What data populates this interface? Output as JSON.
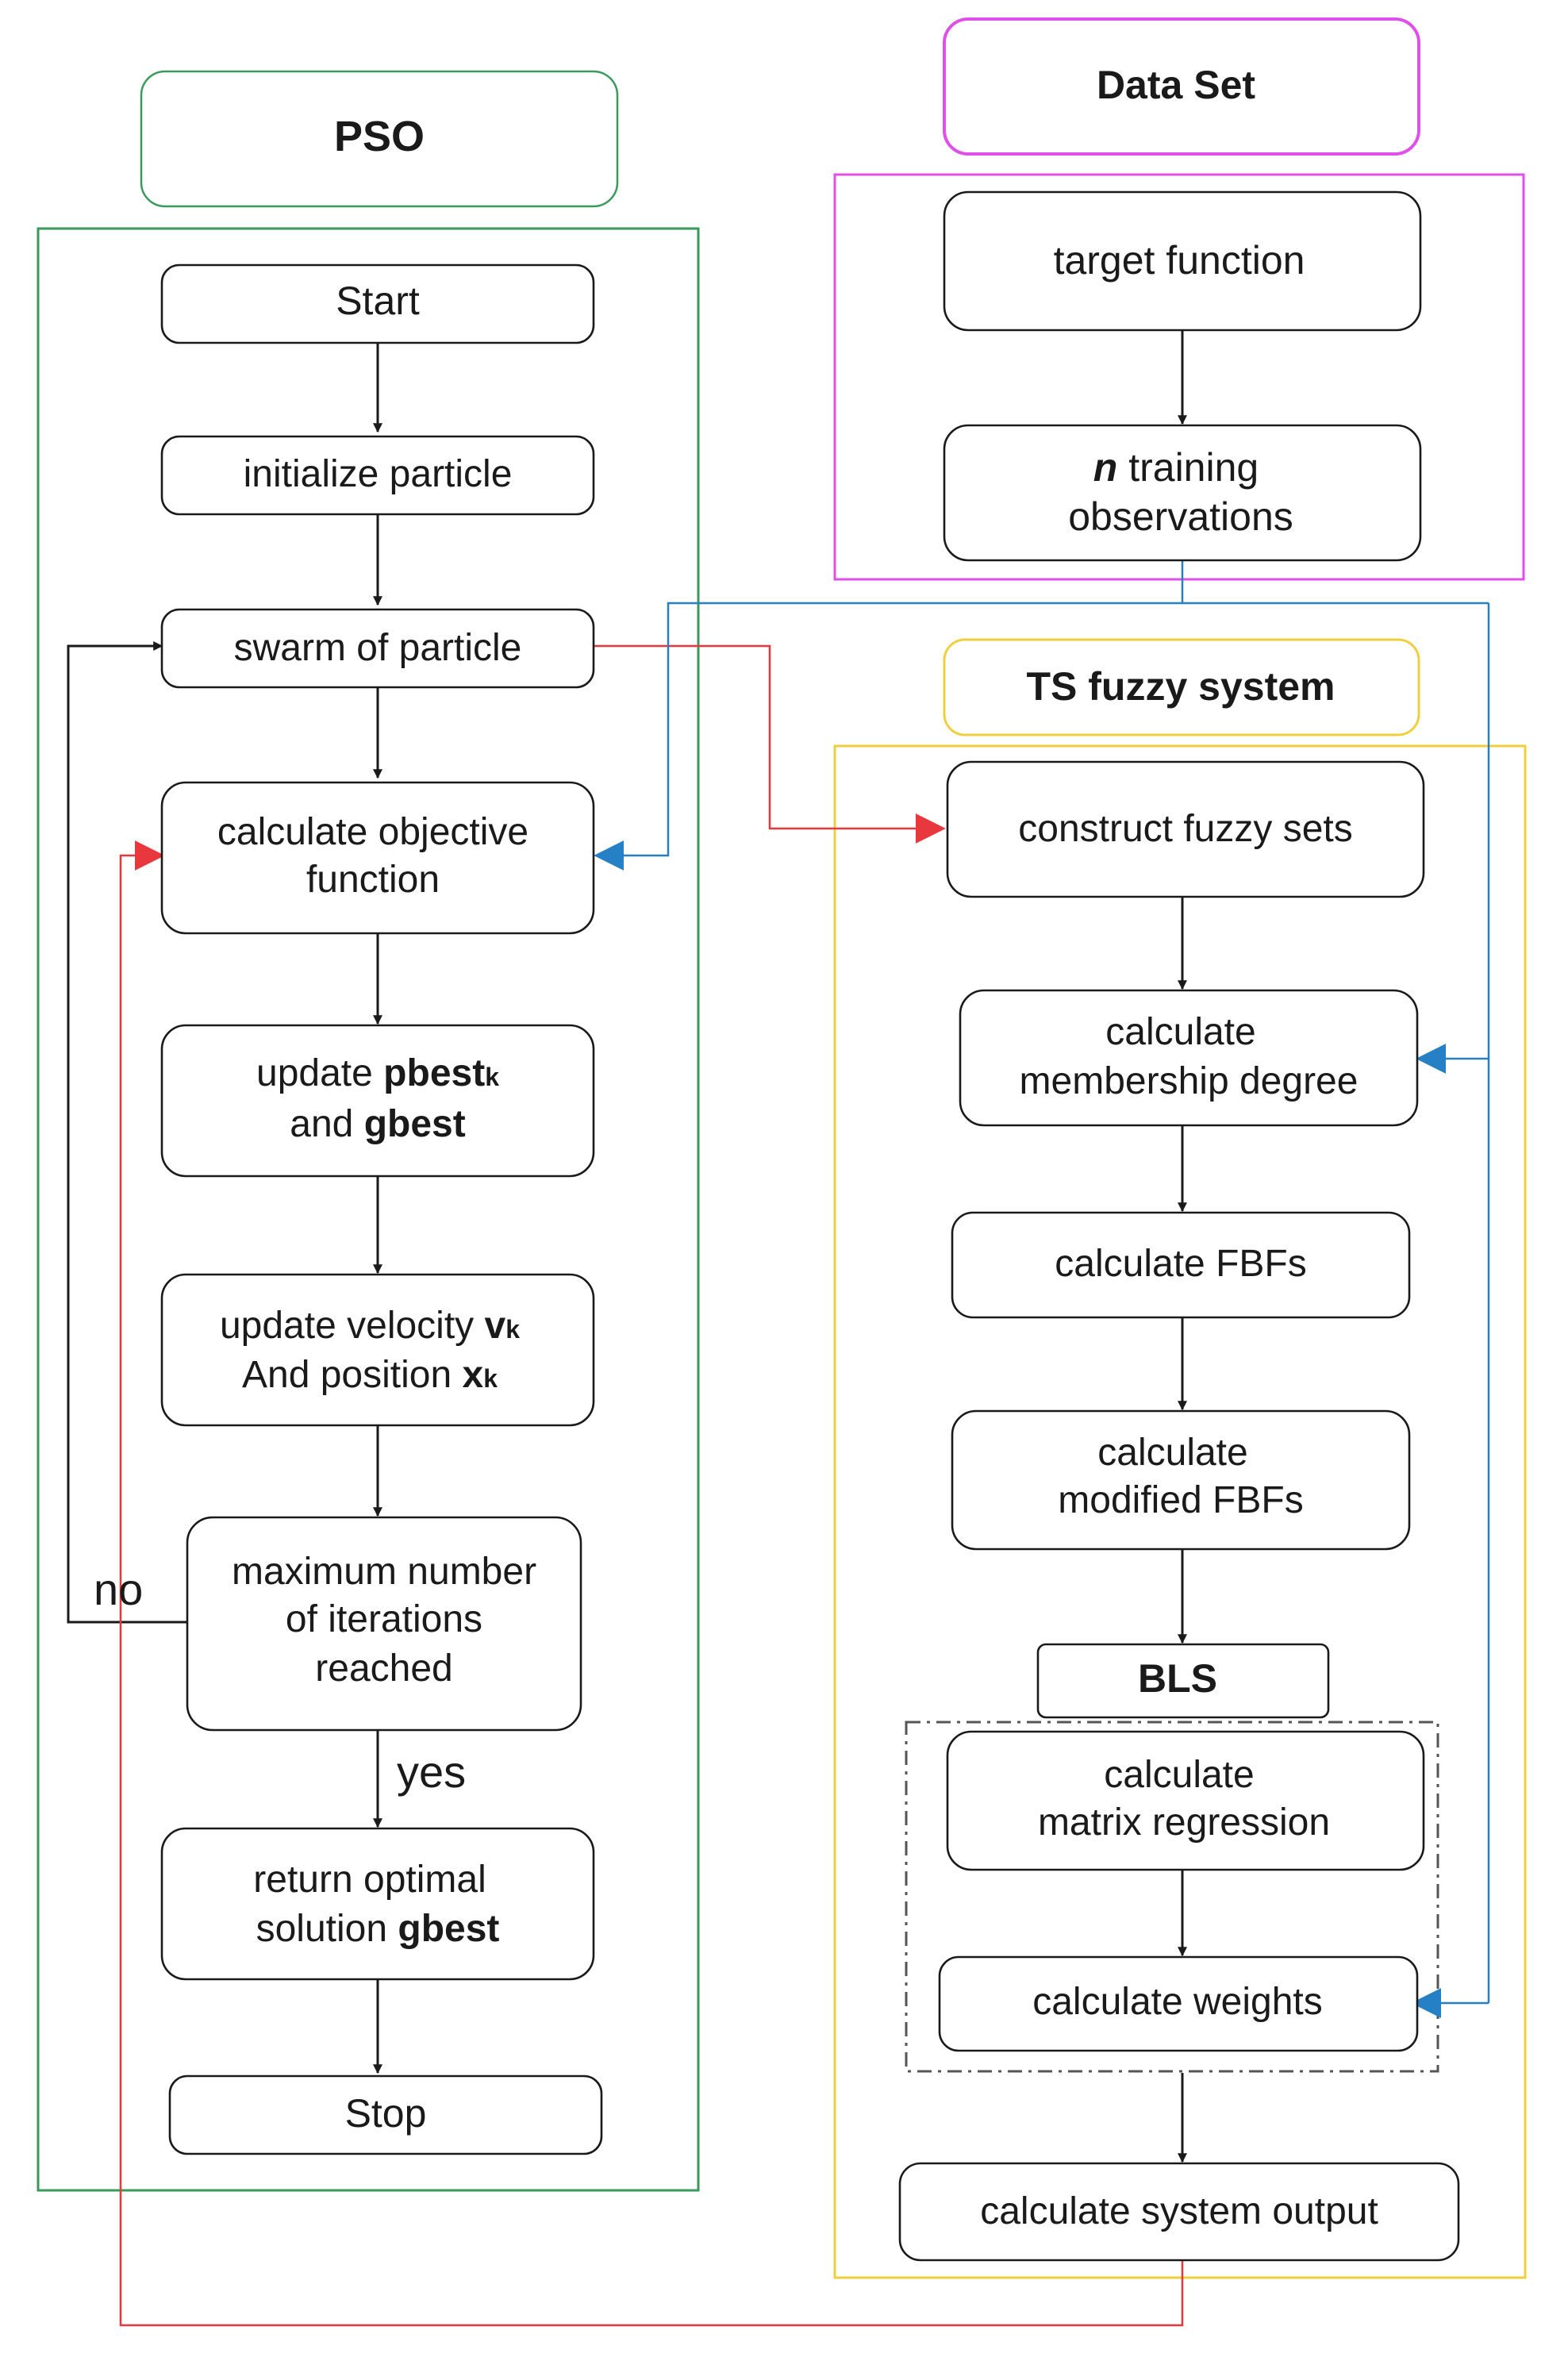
{
  "colors": {
    "pso": "#3a9a5c",
    "dataset": "#e04fe8",
    "ts_fuzzy": "#f1cf3c",
    "red_flow": "#e8383d",
    "blue_flow": "#2680c6",
    "box_stroke": "#1a1a1a"
  },
  "pso": {
    "title": "PSO",
    "start": "Start",
    "initialize": "initialize particle",
    "swarm": "swarm of particle",
    "objective": [
      "calculate objective",
      "function"
    ],
    "update_best": {
      "l1": "update ",
      "l1_bold": "pbest",
      "l1_sub": "k",
      "l2": "and ",
      "l2_bold": "gbest"
    },
    "update_velocity": {
      "l1": "update velocity ",
      "l1_bold": "v",
      "l1_sub": "k",
      "l2": "And position  ",
      "l2_bold": "x",
      "l2_sub": "k"
    },
    "max_iter": [
      "maximum number",
      "of iterations",
      "reached"
    ],
    "no": "no",
    "yes": "yes",
    "return_opt": {
      "l1": "return optimal",
      "l2": "solution ",
      "l2_bold": "gbest"
    },
    "stop": "Stop"
  },
  "dataset": {
    "title": "Data Set",
    "target": "target function",
    "training": {
      "l1_bold": "n",
      "l1": " training",
      "l2": "observations"
    }
  },
  "ts": {
    "title": "TS fuzzy system",
    "construct": "construct fuzzy sets",
    "membership": [
      "calculate",
      "membership degree"
    ],
    "fbfs": "calculate FBFs",
    "modified": [
      "calculate",
      "modified FBFs"
    ],
    "bls": "BLS",
    "matrix": [
      "calculate",
      "matrix regression"
    ],
    "weights": "calculate weights",
    "output": "calculate system output"
  }
}
